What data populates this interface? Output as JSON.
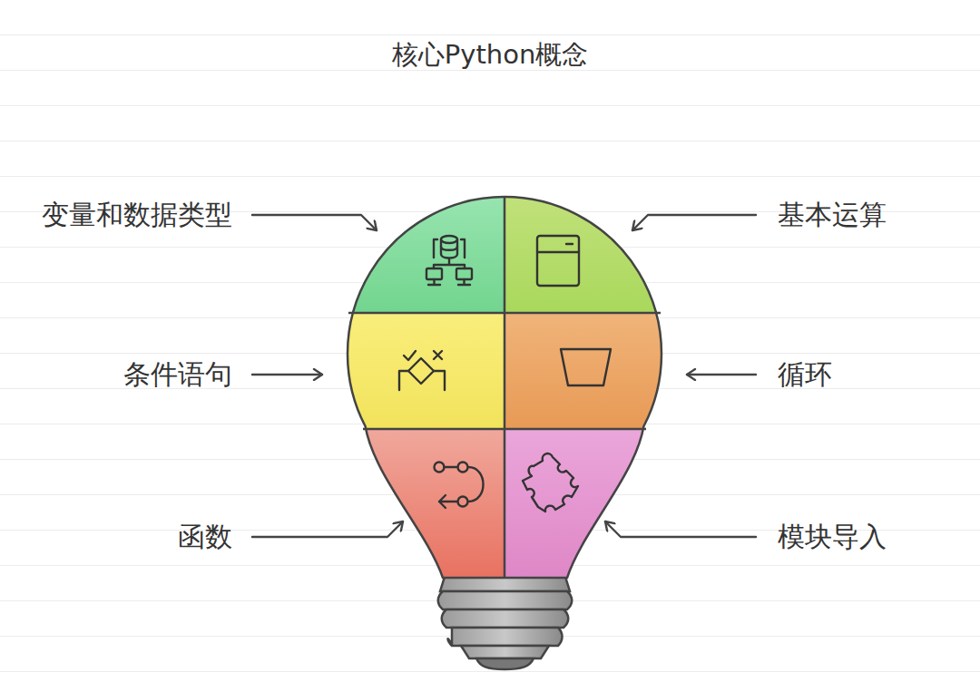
{
  "diagram": {
    "title": "核心Python概念",
    "labels": [
      "变量和数据类型",
      "基本运算",
      "条件语句",
      "循环",
      "函数",
      "模块导入"
    ]
  }
}
